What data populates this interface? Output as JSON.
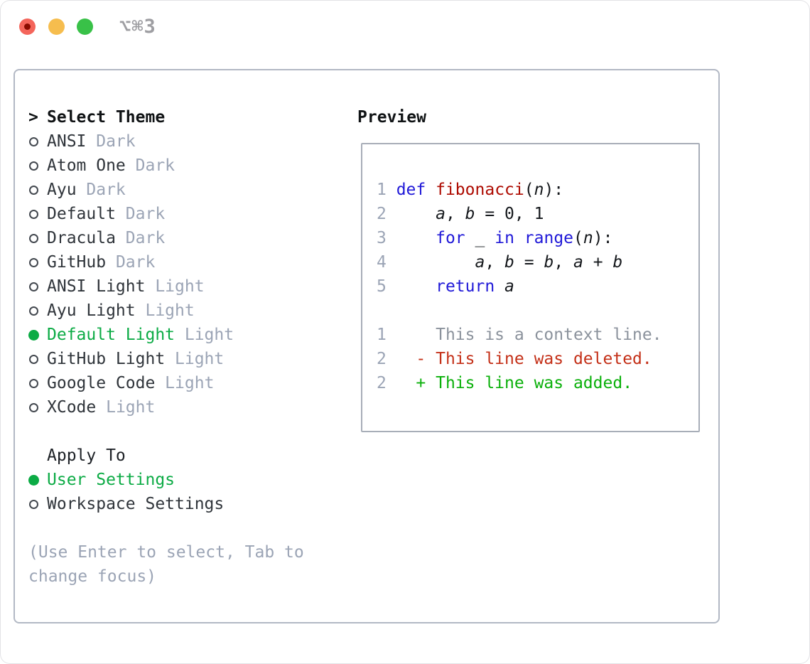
{
  "window": {
    "shortcut": "⌥⌘3",
    "traffic_lights": [
      "close",
      "minimize",
      "zoom"
    ]
  },
  "select_theme": {
    "prompt": ">",
    "title": "Select Theme",
    "items": [
      {
        "name": "ANSI",
        "variant": "Dark",
        "selected": false
      },
      {
        "name": "Atom One",
        "variant": "Dark",
        "selected": false
      },
      {
        "name": "Ayu",
        "variant": "Dark",
        "selected": false
      },
      {
        "name": "Default",
        "variant": "Dark",
        "selected": false
      },
      {
        "name": "Dracula",
        "variant": "Dark",
        "selected": false
      },
      {
        "name": "GitHub",
        "variant": "Dark",
        "selected": false
      },
      {
        "name": "ANSI Light",
        "variant": "Light",
        "selected": false
      },
      {
        "name": "Ayu Light",
        "variant": "Light",
        "selected": false
      },
      {
        "name": "Default Light",
        "variant": "Light",
        "selected": true
      },
      {
        "name": "GitHub Light",
        "variant": "Light",
        "selected": false
      },
      {
        "name": "Google Code",
        "variant": "Light",
        "selected": false
      },
      {
        "name": "XCode",
        "variant": "Light",
        "selected": false
      }
    ]
  },
  "apply_to": {
    "title": "Apply To",
    "items": [
      {
        "label": "User Settings",
        "selected": true
      },
      {
        "label": "Workspace Settings",
        "selected": false
      }
    ]
  },
  "hint_lines": [
    "(Use Enter to select, Tab to",
    "change focus)"
  ],
  "preview": {
    "title": "Preview",
    "lines": [
      {
        "num": "1",
        "tokens": [
          [
            "kw",
            "def"
          ],
          [
            "pl",
            " "
          ],
          [
            "fn",
            "fibonacci"
          ],
          [
            "pl",
            "("
          ],
          [
            "vr",
            "n"
          ],
          [
            "pl",
            "):"
          ]
        ]
      },
      {
        "num": "2",
        "tokens": [
          [
            "pl",
            "    "
          ],
          [
            "vr",
            "a"
          ],
          [
            "pl",
            ", "
          ],
          [
            "vr",
            "b"
          ],
          [
            "pl",
            " = 0, 1"
          ]
        ]
      },
      {
        "num": "3",
        "tokens": [
          [
            "pl",
            "    "
          ],
          [
            "kw",
            "for"
          ],
          [
            "pl",
            " "
          ],
          [
            "vr",
            "_"
          ],
          [
            "pl",
            " "
          ],
          [
            "kw",
            "in"
          ],
          [
            "pl",
            " "
          ],
          [
            "kw",
            "range"
          ],
          [
            "pl",
            "("
          ],
          [
            "vr",
            "n"
          ],
          [
            "pl",
            "):"
          ]
        ]
      },
      {
        "num": "4",
        "tokens": [
          [
            "pl",
            "        "
          ],
          [
            "vr",
            "a"
          ],
          [
            "pl",
            ", "
          ],
          [
            "vr",
            "b"
          ],
          [
            "pl",
            " = "
          ],
          [
            "vr",
            "b"
          ],
          [
            "pl",
            ", "
          ],
          [
            "vr",
            "a"
          ],
          [
            "pl",
            " + "
          ],
          [
            "vr",
            "b"
          ]
        ]
      },
      {
        "num": "5",
        "tokens": [
          [
            "pl",
            "    "
          ],
          [
            "kw",
            "return"
          ],
          [
            "pl",
            " "
          ],
          [
            "vr",
            "a"
          ]
        ]
      },
      {
        "blank": true
      },
      {
        "num": "1",
        "tokens": [
          [
            "ctx",
            "    This is a context line."
          ]
        ]
      },
      {
        "num": "2",
        "tokens": [
          [
            "del",
            "  - This line was deleted."
          ]
        ]
      },
      {
        "num": "2",
        "tokens": [
          [
            "add",
            "  + This line was added."
          ]
        ]
      }
    ]
  },
  "colors": {
    "sel_green": "#0cab45",
    "add_green": "#0ab00a",
    "del_red": "#c43018",
    "kw_blue": "#2019d8",
    "fn_red": "#ad0a00",
    "muted_gray": "#9ba4b5",
    "ctx_gray": "#8b929c",
    "text_dark": "#2f343a",
    "panel_border": "#b2b8c4",
    "preview_border": "#a8aeb8",
    "shortcut_gray": "#9e9ea2",
    "traffic_red": "#f4655b",
    "traffic_red_dot": "#8a0b00",
    "traffic_yellow": "#f6bd4e",
    "traffic_green": "#39c148"
  }
}
